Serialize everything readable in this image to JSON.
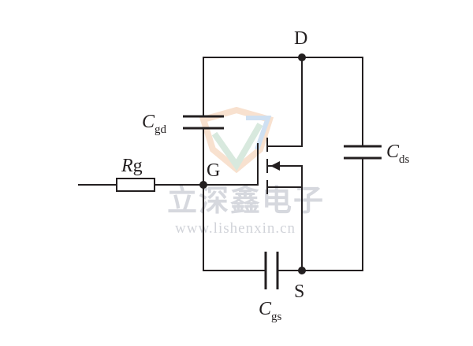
{
  "labels": {
    "drain": "D",
    "gate": "G",
    "source": "S",
    "cgd": {
      "main": "C",
      "sub": "gd"
    },
    "cds": {
      "main": "C",
      "sub": "ds"
    },
    "cgs": {
      "main": "C",
      "sub": "gs"
    },
    "rg": {
      "main": "R",
      "rest": "g"
    }
  },
  "watermark": {
    "chinese": "立深鑫电子",
    "url": "www.lishenxin.cn"
  }
}
